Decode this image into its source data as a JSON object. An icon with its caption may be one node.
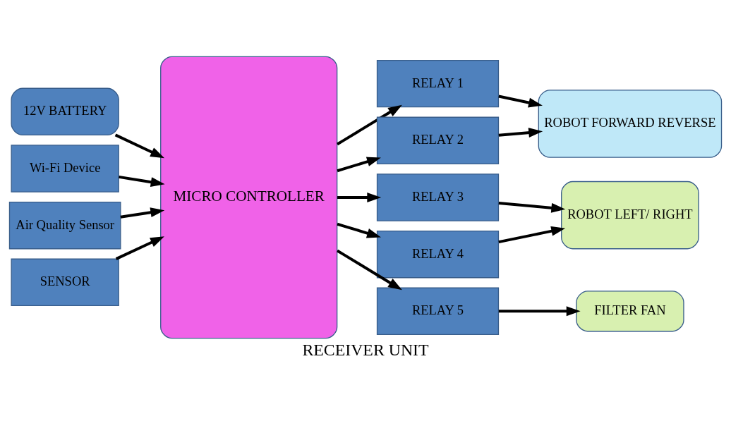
{
  "diagram": {
    "caption": "RECEIVER UNIT",
    "nodes": [
      {
        "text": [
          "12V BATTERY"
        ]
      },
      {
        "text": [
          "Wi-Fi Device"
        ]
      },
      {
        "text": [
          "Air Quality Sensor"
        ]
      },
      {
        "text": [
          "SENSOR"
        ]
      },
      {
        "text": [
          "MICRO CONTROLLER"
        ]
      },
      {
        "text": [
          "RELAY 1"
        ]
      },
      {
        "text": [
          "RELAY 2"
        ]
      },
      {
        "text": [
          "RELAY 3"
        ]
      },
      {
        "text": [
          "RELAY 4"
        ]
      },
      {
        "text": [
          "RELAY 5"
        ]
      },
      {
        "text": [
          "ROBOT FORWARD REVERSE"
        ]
      },
      {
        "text": [
          "ROBOT LEFT/ RIGHT"
        ]
      },
      {
        "text": [
          "FILTER FAN"
        ]
      }
    ],
    "edges": [
      {
        "from": 0,
        "to": 4,
        "arrow": "to"
      },
      {
        "from": 1,
        "to": 4,
        "arrow": "to"
      },
      {
        "from": 2,
        "to": 4,
        "arrow": "to"
      },
      {
        "from": 3,
        "to": 4,
        "arrow": "to"
      },
      {
        "from": 4,
        "to": 5,
        "arrow": "to"
      },
      {
        "from": 4,
        "to": 6,
        "arrow": "to"
      },
      {
        "from": 4,
        "to": 7,
        "arrow": "to"
      },
      {
        "from": 4,
        "to": 8,
        "arrow": "to"
      },
      {
        "from": 4,
        "to": 9,
        "arrow": "to"
      },
      {
        "from": 5,
        "to": 10,
        "arrow": "to"
      },
      {
        "from": 6,
        "to": 10,
        "arrow": "to"
      },
      {
        "from": 7,
        "to": 11,
        "arrow": "to"
      },
      {
        "from": 8,
        "to": 11,
        "arrow": "to"
      },
      {
        "from": 9,
        "to": 12,
        "arrow": "to"
      }
    ]
  }
}
